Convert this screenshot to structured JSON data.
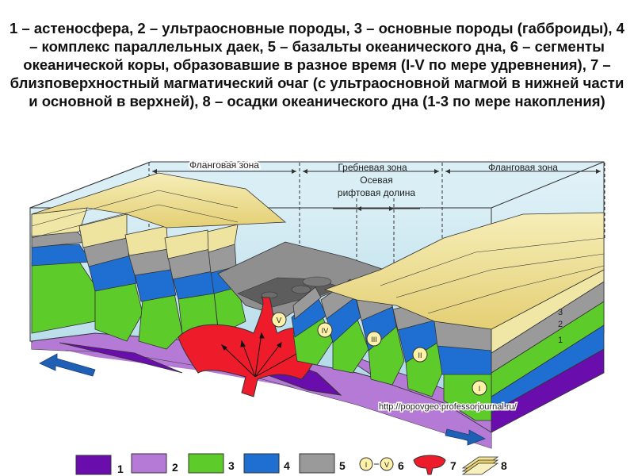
{
  "caption": "1 – астеносфера, 2 – ультраосновные породы, 3 – основные породы (габброиды), 4 – комплекс параллельных даек, 5 – базальты океанического дна, 6 – сегменты океанической коры, образовавшие в разное время (I-V по мере удревнения), 7 – близповерхностный магматический очаг (с ультраосновной магмой в нижней части и основной в верхней), 8 – осадки океанического дна (1-3 по мере накопления)",
  "zones": {
    "flank_left": "Фланговая зона",
    "crest": "Гребневая зона",
    "axial_line1": "Осевая",
    "axial_line2": "рифтовая долина",
    "flank_right": "Фланговая зона"
  },
  "segments": [
    "V",
    "IV",
    "III",
    "II",
    "I"
  ],
  "sediment_labels": [
    "3",
    "2",
    "1"
  ],
  "url": "http://popovgeo.professorjournal.ru/",
  "legend": [
    {
      "num": "1",
      "color": "#6a0dad",
      "icon": "asthenosphere-swatch"
    },
    {
      "num": "2",
      "color": "#b57ad6",
      "icon": "ultramafic-swatch"
    },
    {
      "num": "3",
      "color": "#5dcc2a",
      "icon": "gabbro-swatch"
    },
    {
      "num": "4",
      "color": "#1e6fd1",
      "icon": "dikes-swatch"
    },
    {
      "num": "5",
      "color": "#9a9a9a",
      "icon": "basalt-swatch"
    },
    {
      "num": "6",
      "color": "#fff2a8",
      "icon": "segment-circles",
      "from": "I",
      "to": "V"
    },
    {
      "num": "7",
      "color": "#ee1c2a",
      "icon": "magma-chamber-icon"
    },
    {
      "num": "8",
      "color": "#f2e59a",
      "icon": "sediment-layers-icon"
    }
  ],
  "colors": {
    "water": "#c6e4ee",
    "asthenosphere": "#6a0dad",
    "ultramafic": "#b57ad6",
    "gabbro": "#5dcc2a",
    "dikes": "#1e6fd1",
    "basalt": "#9a9a9a",
    "magma": "#ee1c2a",
    "sediment": "#efe3a0",
    "arrow": "#1f5fb4"
  }
}
